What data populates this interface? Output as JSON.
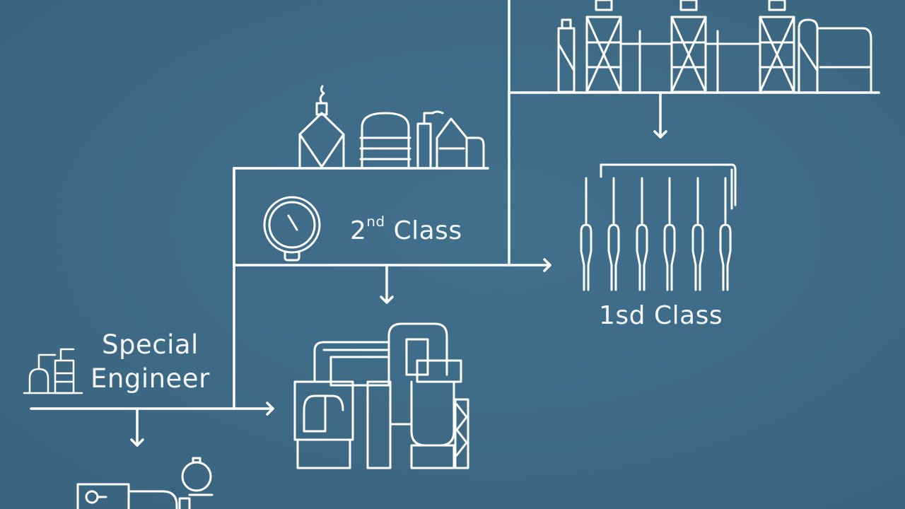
{
  "diagram": {
    "background_color": "#3f6b87",
    "line_color": "#ffffff",
    "nodes": [
      {
        "id": "special-engineer",
        "label_line1": "Special",
        "label_line2": "Engineer",
        "icon": "small-plant-icon"
      },
      {
        "id": "second-class",
        "label_main": "2",
        "label_sup": "nd",
        "label_rest": " Class",
        "icon": "pressure-gauge-icon"
      },
      {
        "id": "first-class",
        "label": "1sd Class",
        "icon": "valve-array-icon"
      },
      {
        "id": "industrial-plant-top",
        "icon": "refinery-towers-icon"
      },
      {
        "id": "refinery-row",
        "icon": "refinery-row-icon"
      },
      {
        "id": "boiler-machinery",
        "icon": "boiler-machinery-icon"
      },
      {
        "id": "pump-equipment",
        "icon": "pump-gauge-icon"
      }
    ],
    "edges": [
      {
        "from": "special-engineer",
        "to": "boiler-machinery",
        "direction": "right"
      },
      {
        "from": "special-engineer",
        "to": "pump-equipment",
        "direction": "down"
      },
      {
        "from": "second-class",
        "to": "boiler-machinery",
        "direction": "down"
      },
      {
        "from": "second-class",
        "to": "first-class",
        "direction": "right"
      },
      {
        "from": "industrial-plant-top",
        "to": "first-class",
        "direction": "down"
      }
    ]
  }
}
